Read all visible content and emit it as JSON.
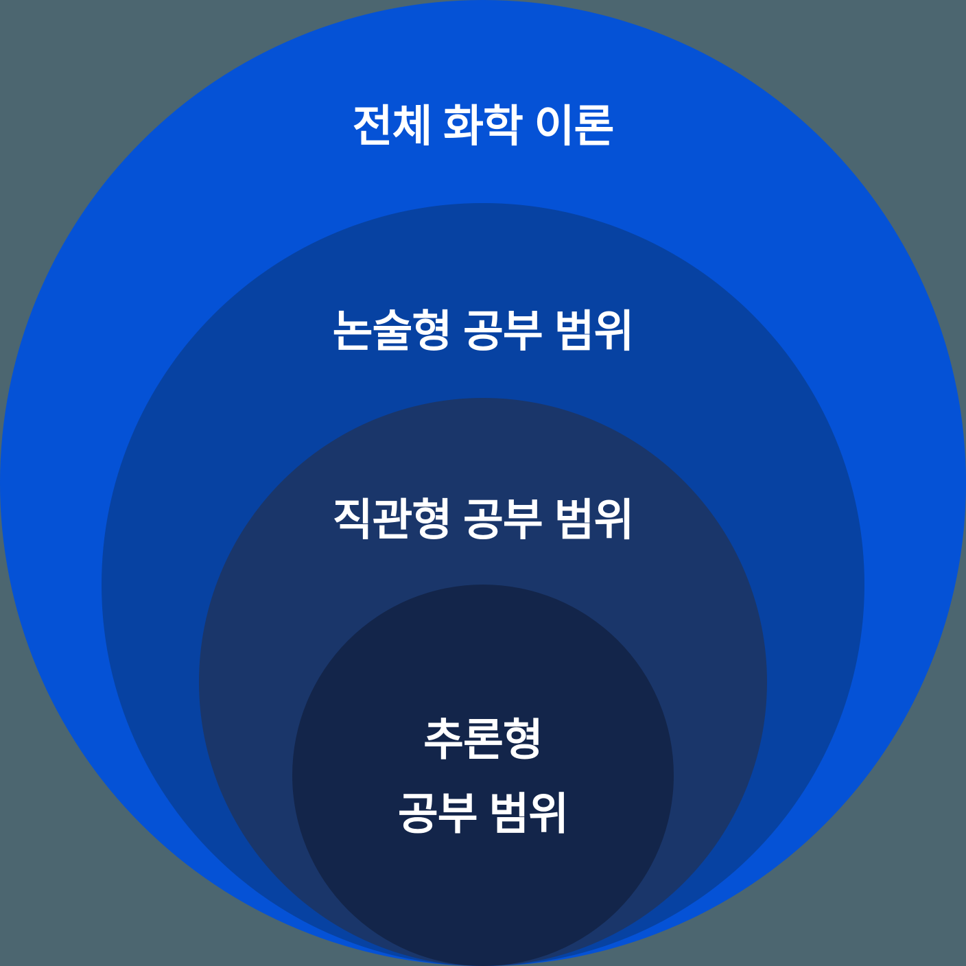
{
  "diagram": {
    "type": "nested-circles",
    "background_color": "#4C6670",
    "text_color": "#FFFFFF",
    "rings": [
      {
        "label": "전체 화학 이론",
        "color": "#0552D6"
      },
      {
        "label": "논술형 공부 범위",
        "color": "#0742A2"
      },
      {
        "label": "직관형 공부 범위",
        "color": "#1A366A"
      },
      {
        "label": "추론형\n공부 범위",
        "color": "#13254A"
      }
    ]
  }
}
